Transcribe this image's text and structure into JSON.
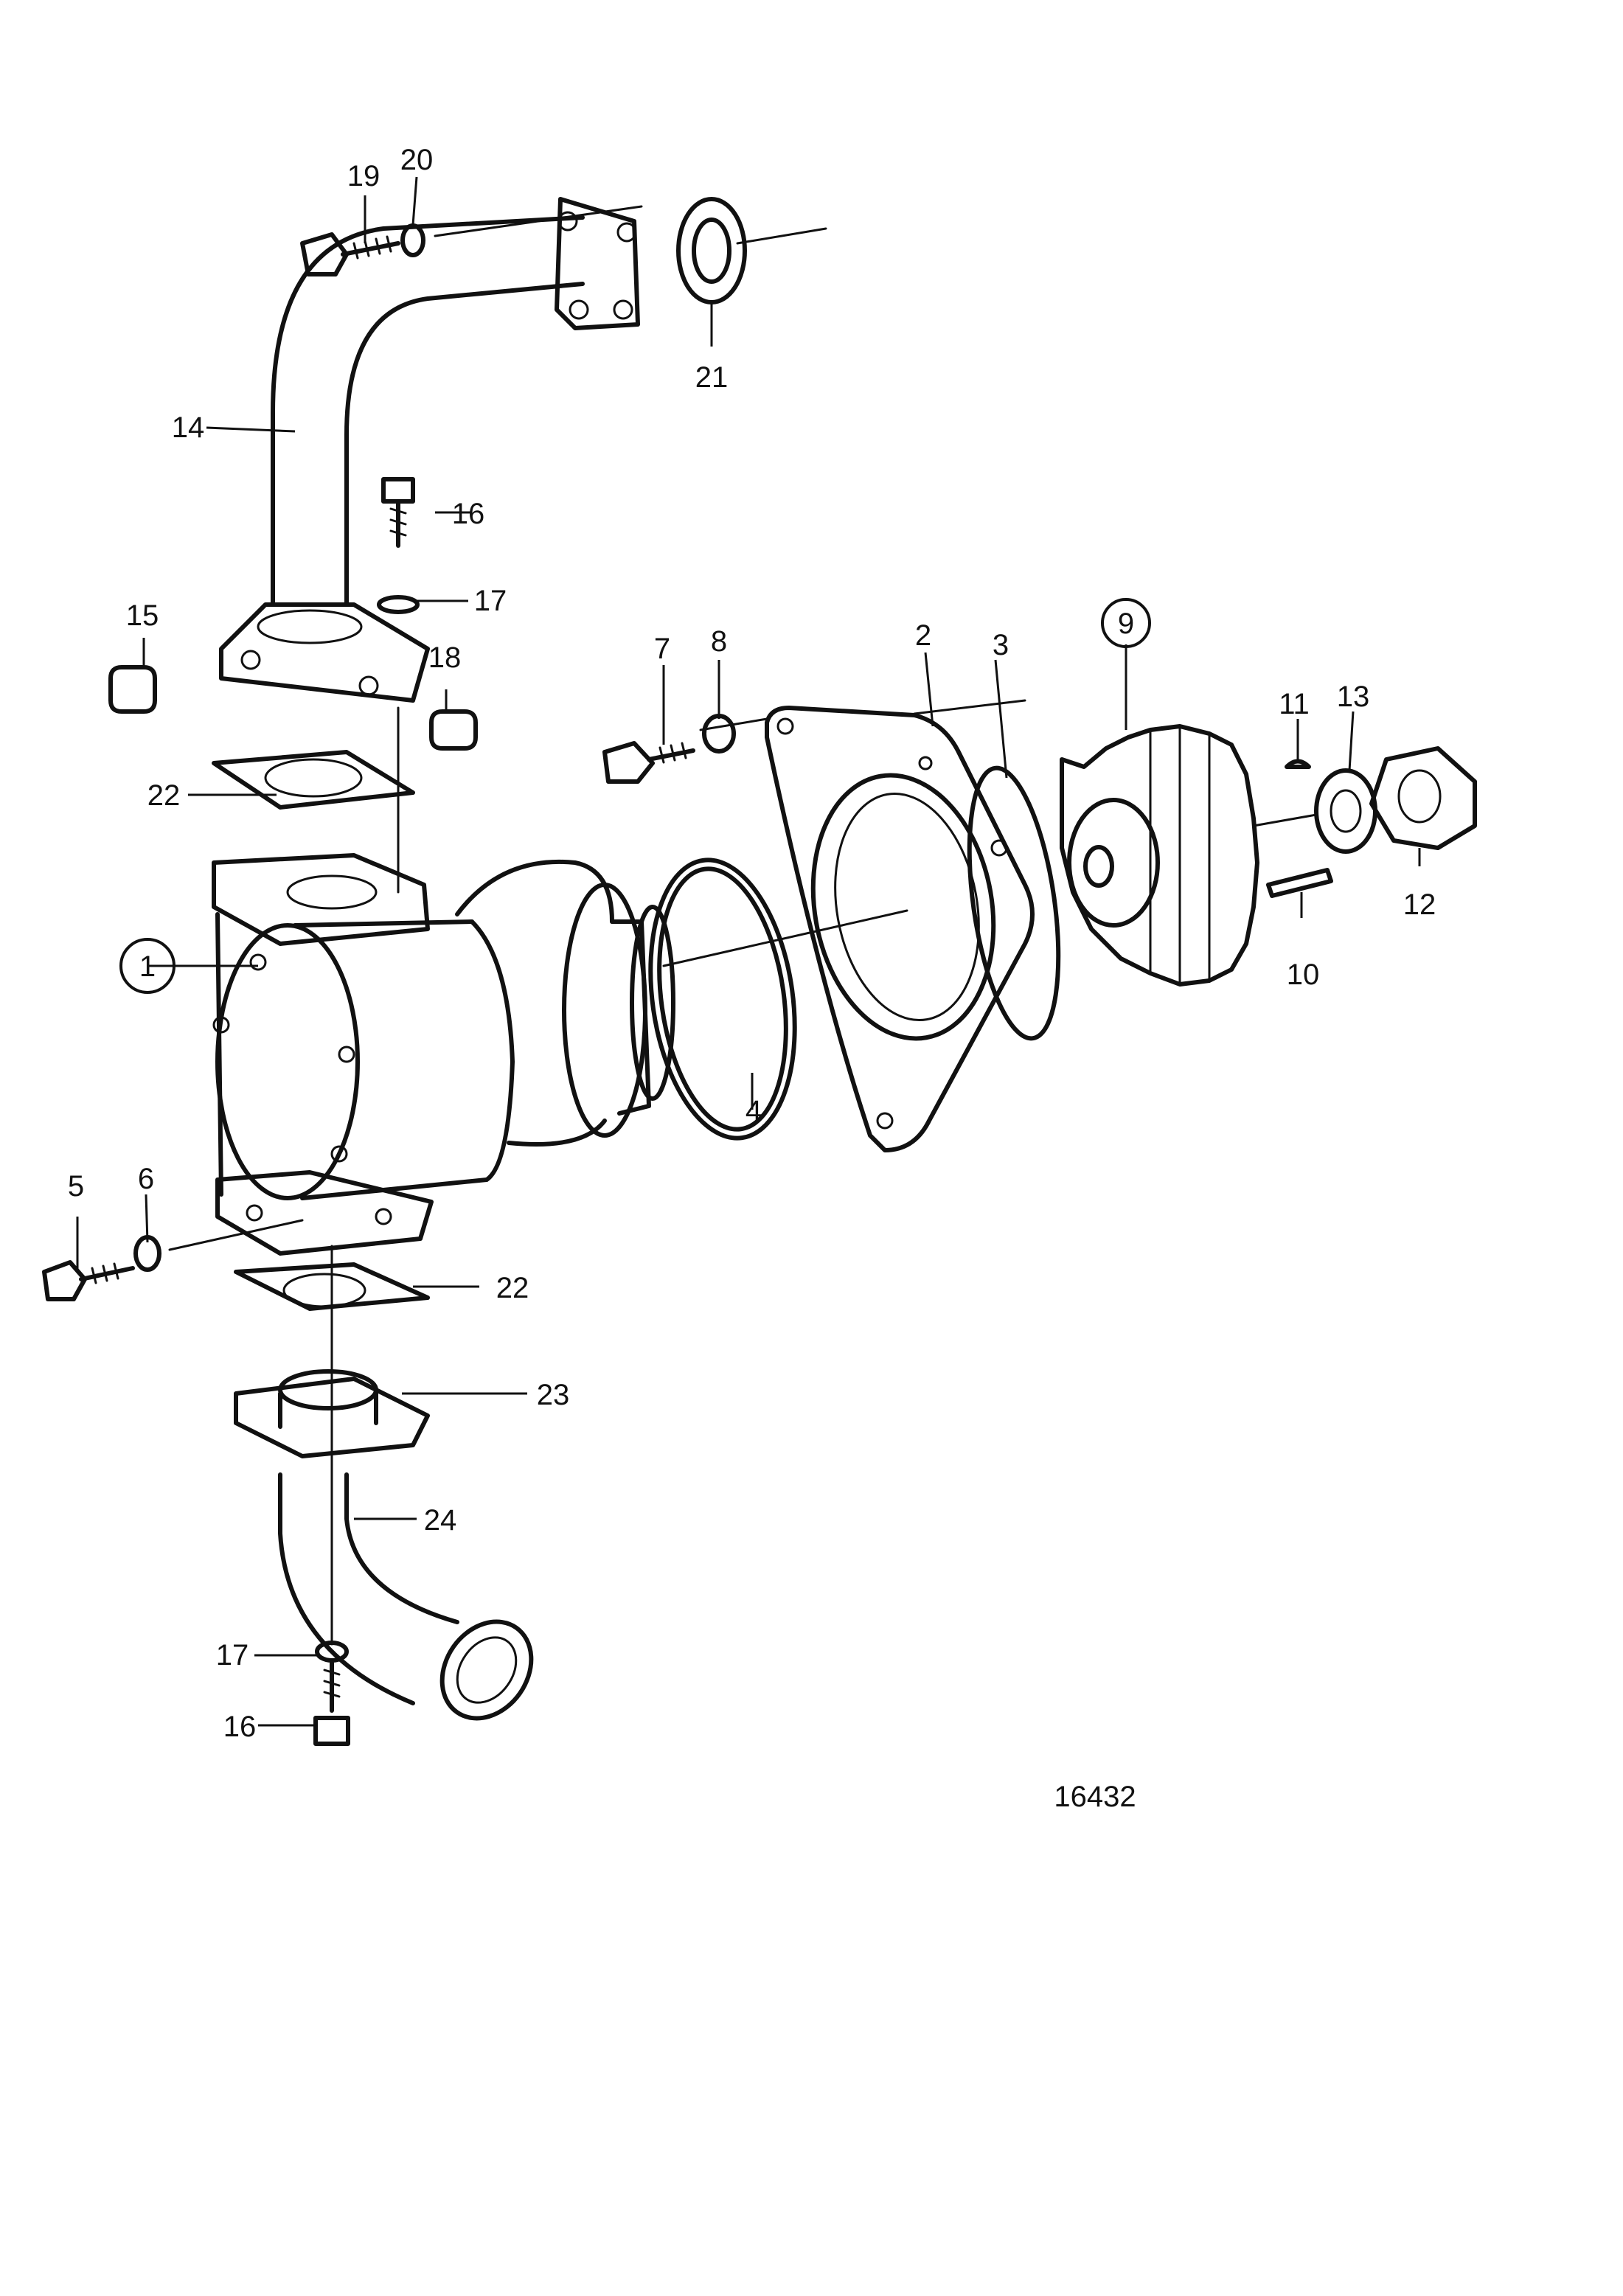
{
  "diagram": {
    "reference_number": "16432",
    "callouts": [
      {
        "id": "c1",
        "text": "1",
        "circled": true
      },
      {
        "id": "c2",
        "text": "2"
      },
      {
        "id": "c3",
        "text": "3"
      },
      {
        "id": "c4",
        "text": "4"
      },
      {
        "id": "c5",
        "text": "5"
      },
      {
        "id": "c6",
        "text": "6"
      },
      {
        "id": "c7",
        "text": "7"
      },
      {
        "id": "c8",
        "text": "8"
      },
      {
        "id": "c9",
        "text": "9",
        "circled": true
      },
      {
        "id": "c10",
        "text": "10"
      },
      {
        "id": "c11",
        "text": "11"
      },
      {
        "id": "c12",
        "text": "12"
      },
      {
        "id": "c13",
        "text": "13"
      },
      {
        "id": "c14",
        "text": "14"
      },
      {
        "id": "c15",
        "text": "15"
      },
      {
        "id": "c16a",
        "text": "16"
      },
      {
        "id": "c16b",
        "text": "16"
      },
      {
        "id": "c17a",
        "text": "17"
      },
      {
        "id": "c17b",
        "text": "17"
      },
      {
        "id": "c18",
        "text": "18"
      },
      {
        "id": "c19",
        "text": "19"
      },
      {
        "id": "c20",
        "text": "20"
      },
      {
        "id": "c21",
        "text": "21"
      },
      {
        "id": "c22a",
        "text": "22"
      },
      {
        "id": "c22b",
        "text": "22"
      },
      {
        "id": "c23",
        "text": "23"
      },
      {
        "id": "c24",
        "text": "24"
      }
    ]
  }
}
